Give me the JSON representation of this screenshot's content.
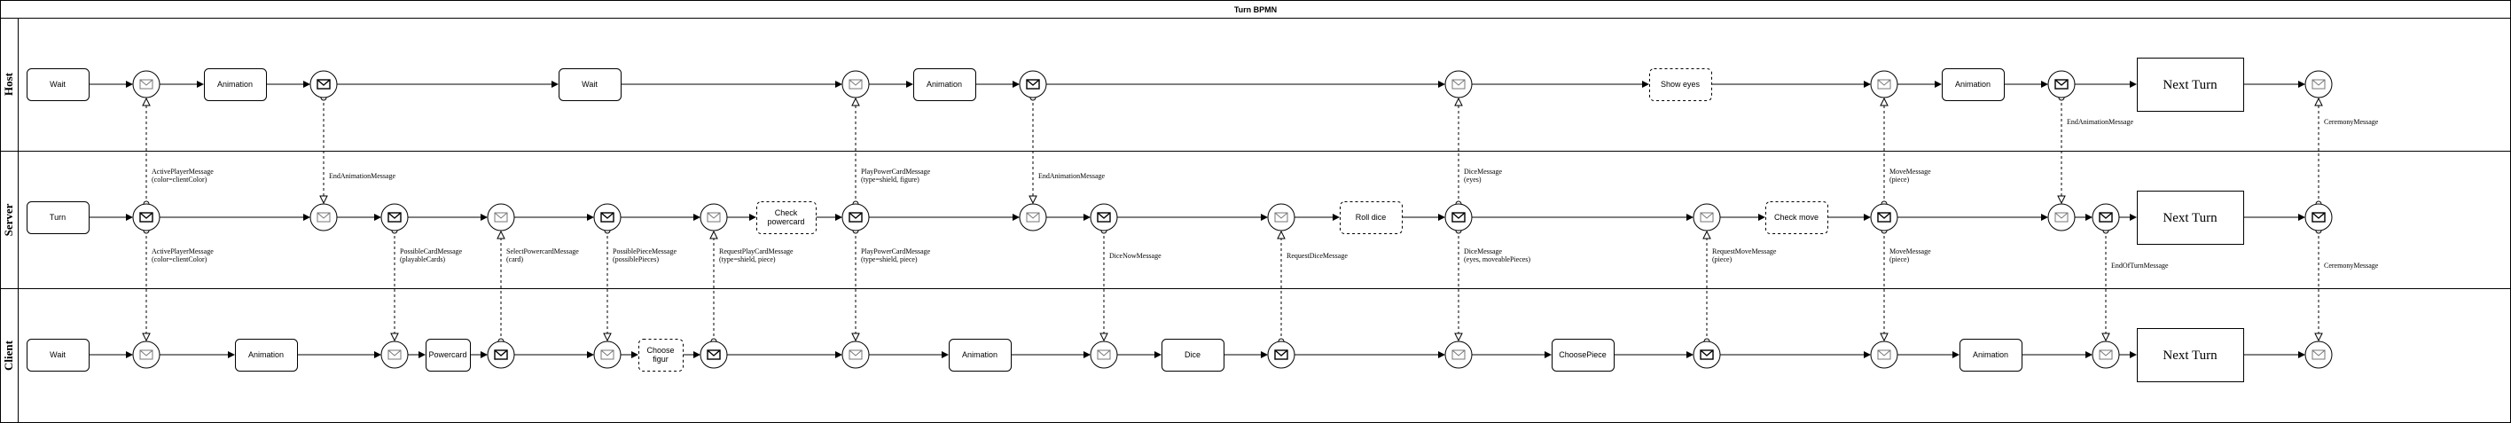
{
  "pool_title": "Turn BPMN",
  "lanes": [
    "Host",
    "Server",
    "Client"
  ],
  "tasks": {
    "host_wait1": "Wait",
    "host_anim1": "Animation",
    "host_wait2": "Wait",
    "host_anim2": "Animation",
    "host_show_eyes": "Show eyes",
    "host_anim3": "Animation",
    "host_next": "Next Turn",
    "server_turn": "Turn",
    "server_check_pc": [
      "Check",
      "powercard"
    ],
    "server_roll": "Roll dice",
    "server_check_move": "Check move",
    "server_next": "Next Turn",
    "client_wait": "Wait",
    "client_anim1": "Animation",
    "client_powercard": "Powercard",
    "client_choose_figur": [
      "Choose",
      "figur"
    ],
    "client_anim2": "Animation",
    "client_dice": "Dice",
    "client_choose_piece": "ChoosePiece",
    "client_anim3": "Animation",
    "client_next": "Next Turn"
  },
  "messages": {
    "m1": [
      "ActivePlayerMessage",
      "(color=clientColor)"
    ],
    "m2": [
      "EndAnimationMessage"
    ],
    "m3": [
      "PlayPowerCardMessage",
      "(type=shield, figure)"
    ],
    "m4": [
      "EndAnimationMessage"
    ],
    "m5": [
      "DiceMessage",
      "(eyes)"
    ],
    "m6": [
      "MoveMessage",
      "(piece)"
    ],
    "m7": [
      "EndAnimationMessage"
    ],
    "m8": [
      "CeremonyMessage"
    ],
    "m9": [
      "ActivePlayerMessage",
      "(color=clientColor)"
    ],
    "m10": [
      "PossibleCardMessage",
      "(playableCards)"
    ],
    "m11": [
      "SelectPowercardMessage",
      "(card)"
    ],
    "m12": [
      "PossiblePieceMessage",
      "(possiblePieces)"
    ],
    "m13": [
      "RequestPlayCardMessage",
      "(type=shield, piece)"
    ],
    "m14": [
      "PlayPowerCardMessage",
      "(type=shield, piece)"
    ],
    "m15": [
      "DiceNowMessage"
    ],
    "m16": [
      "RequestDiceMessage"
    ],
    "m17": [
      "DiceMessage",
      "(eyes, moveablePieces)"
    ],
    "m18": [
      "RequestMoveMessage",
      "(piece)"
    ],
    "m19": [
      "MoveMessage",
      "(piece)"
    ],
    "m20": [
      "EndOfTurnMessage"
    ],
    "m21": [
      "CeremonyMessage"
    ]
  }
}
